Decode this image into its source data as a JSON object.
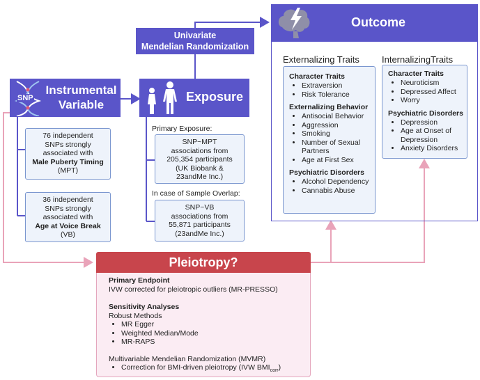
{
  "instrumental": {
    "title_line1": "Instrumental",
    "title_line2": "Variable",
    "snp_label": "SNP",
    "box1": [
      "76 independent",
      "SNPs strongly",
      "associated with"
    ],
    "box1_bold": "Male Puberty Timing",
    "box1_abbr": "(MPT)",
    "box2": [
      "36 independent",
      "SNPs strongly",
      "associated with"
    ],
    "box2_bold": "Age at Voice Break",
    "box2_abbr": "(VB)"
  },
  "mr_label": [
    "Univariate",
    "Mendelian Randomization"
  ],
  "exposure": {
    "title": "Exposure",
    "primary_label": "Primary Exposure:",
    "primary_box": [
      "SNP~MPT",
      "associations from",
      "205,354 participants",
      "(UK Biobank &",
      "23andMe Inc.)"
    ],
    "overlap_label": "In case of Sample Overlap:",
    "overlap_box": [
      "SNP~VB",
      "associations from",
      "55,871 participants",
      "(23andMe Inc.)"
    ]
  },
  "outcome": {
    "title": "Outcome",
    "ext_title": "Externalizing Traits",
    "int_title": "InternalizingTraits",
    "ext_groups": [
      {
        "heading": "Character Traits",
        "items": [
          "Extraversion",
          "Risk Tolerance"
        ]
      },
      {
        "heading": "Externalizing Behavior",
        "items": [
          "Antisocial Behavior",
          "Aggression",
          "Smoking",
          "Number of Sexual Partners",
          "Age at First Sex"
        ]
      },
      {
        "heading": "Psychiatric Disorders",
        "items": [
          "Alcohol Dependency",
          "Cannabis Abuse"
        ]
      }
    ],
    "int_groups": [
      {
        "heading": "Character Traits",
        "items": [
          "Neuroticism",
          "Depressed Affect",
          "Worry"
        ]
      },
      {
        "heading": "Psychiatric Disorders",
        "items": [
          "Depression",
          "Age at Onset of Depression",
          "Anxiety Disorders"
        ]
      }
    ]
  },
  "pleiotropy": {
    "title": "Pleiotropy?",
    "primary_heading": "Primary Endpoint",
    "primary_text": "IVW corrected for pleiotropic outliers (MR-PRESSO)",
    "sens_heading": "Sensitivity Analyses",
    "robust_label": "Robust Methods",
    "robust_items": [
      "MR Egger",
      "Weighted Median/Mode",
      "MR-RAPS"
    ],
    "mvmr_label": "Multivariable Mendelian Randomization (MVMR)",
    "mvmr_item": "Correction for BMI-driven pleiotropy (IVW BMI",
    "mvmr_sub": "corr",
    "mvmr_close": ")"
  },
  "colors": {
    "header": "#5a55c9",
    "pleiotropy_header": "#c8454c",
    "pink": "#e9a3b9",
    "light_box": "#eef3fb"
  },
  "icons": [
    "dna-icon",
    "human-body-icon",
    "brain-lightning-icon"
  ]
}
